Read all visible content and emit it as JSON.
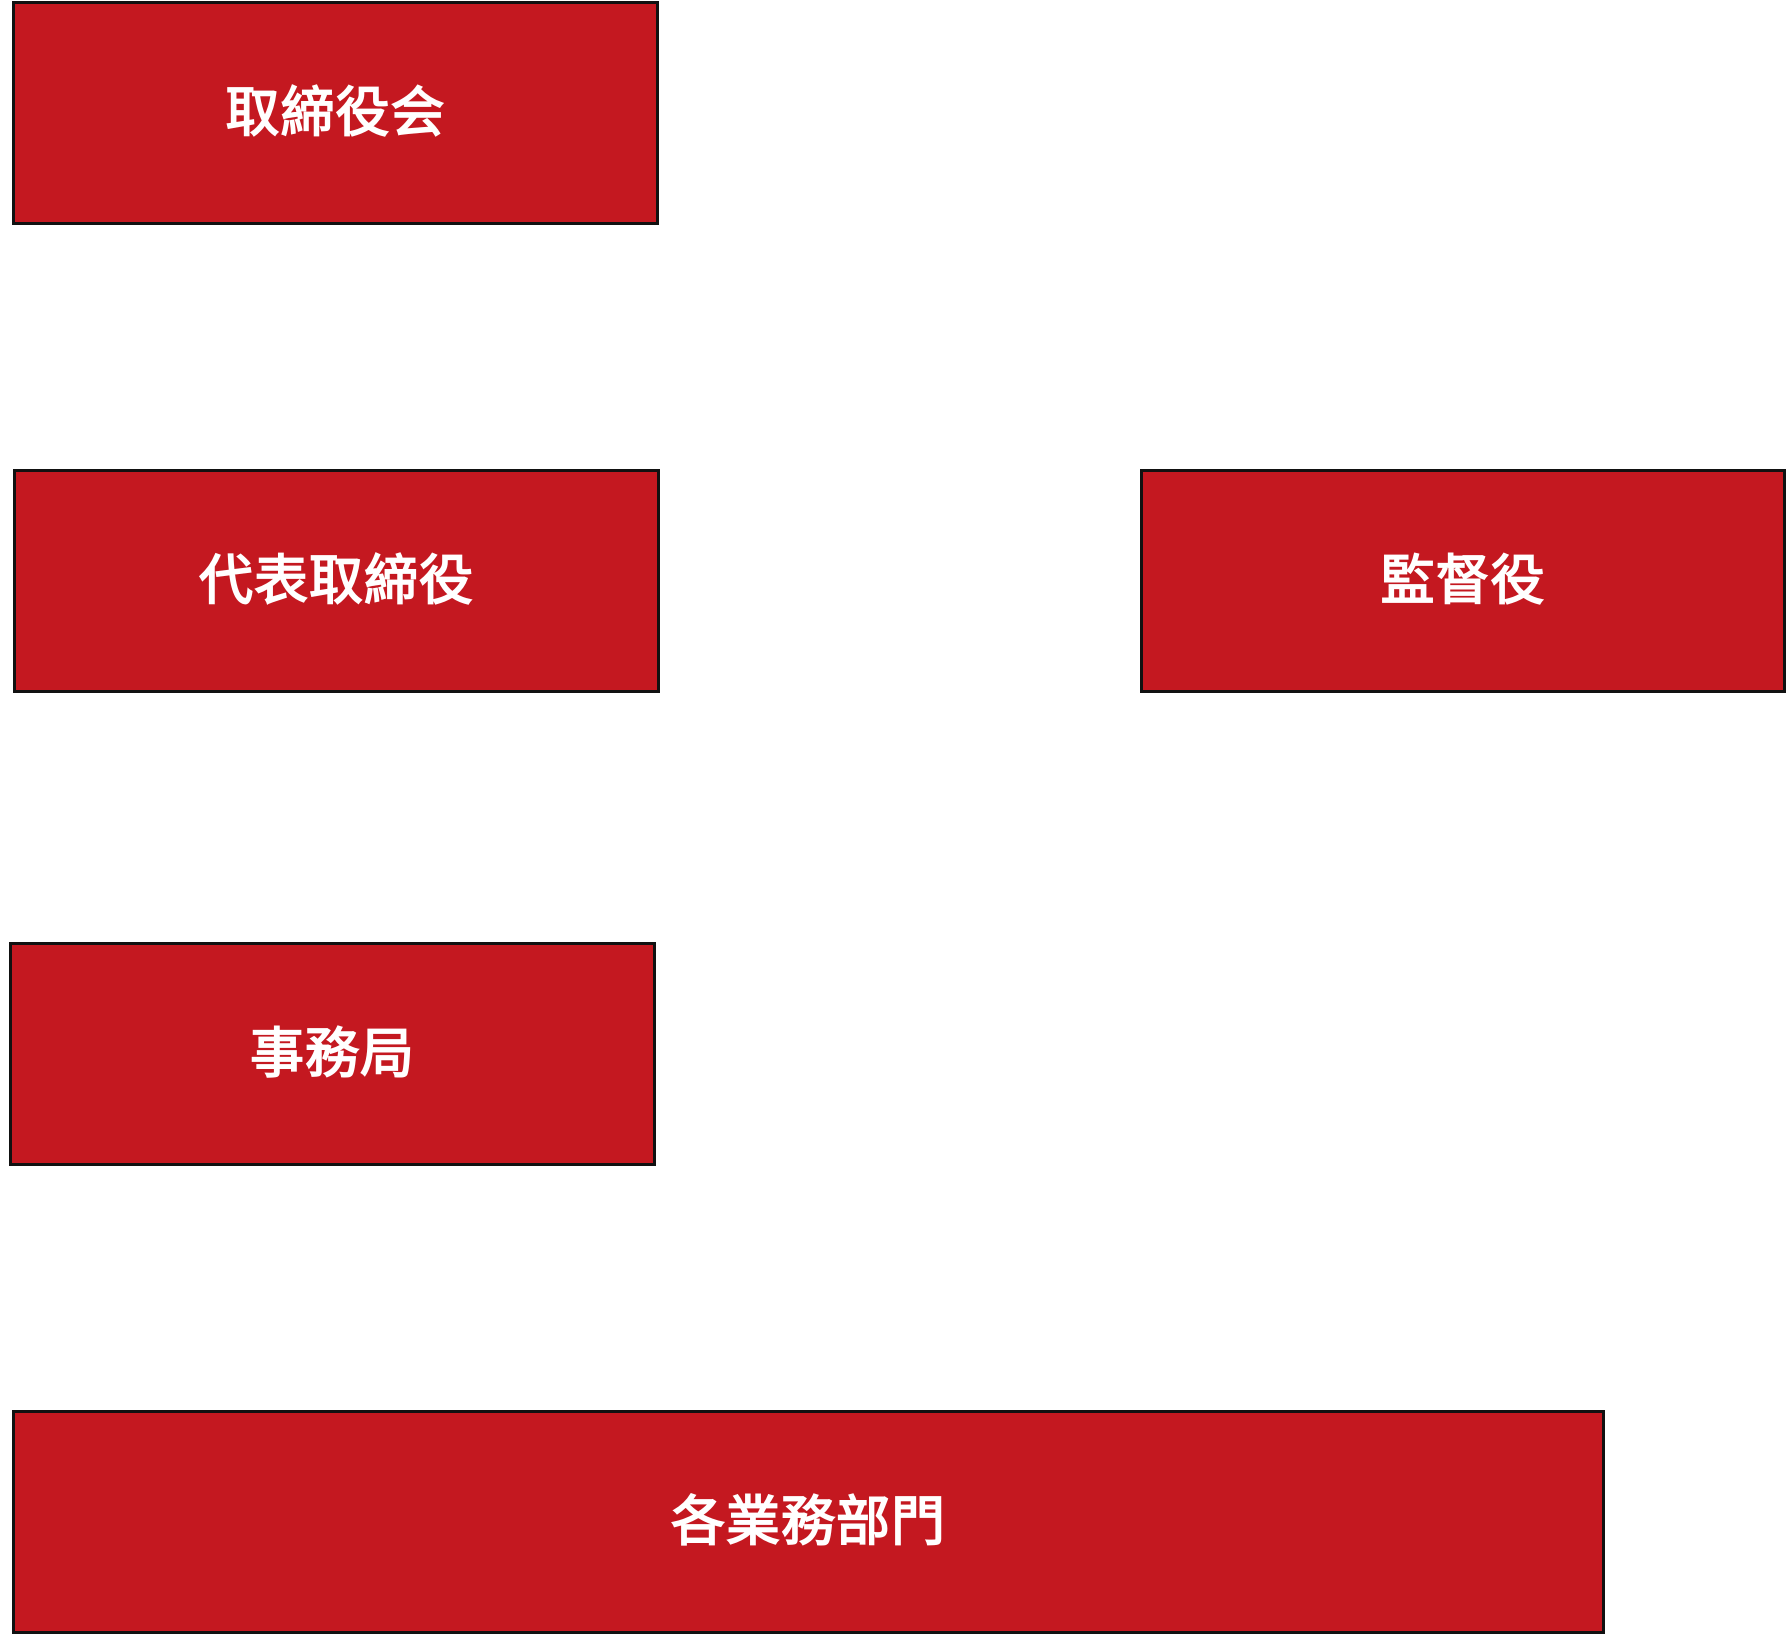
{
  "diagram": {
    "colors": {
      "node_fill": "#c41820",
      "node_border": "#111111",
      "node_text": "#ffffff",
      "background": "#ffffff"
    },
    "nodes": {
      "board": {
        "label": "取締役会"
      },
      "president": {
        "label": "代表取締役"
      },
      "auditor": {
        "label": "監督役"
      },
      "secretariat": {
        "label": "事務局"
      },
      "departments": {
        "label": "各業務部門"
      }
    }
  }
}
